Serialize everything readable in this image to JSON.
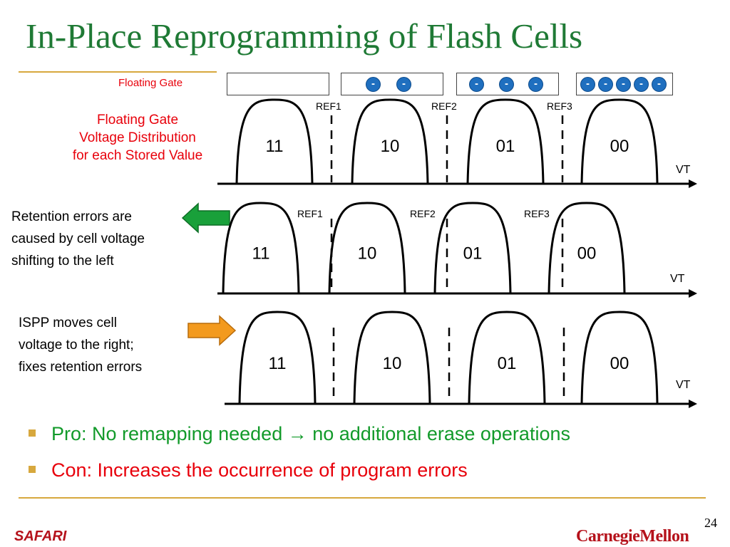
{
  "slide": {
    "title": "In-Place Reprogramming of Flash Cells",
    "floating_gate_label": "Floating Gate",
    "distribution_label": [
      "Floating Gate",
      "Voltage Distribution",
      "for each Stored Value"
    ],
    "retention_note": [
      "Retention errors are",
      "caused by cell voltage",
      "shifting to the left"
    ],
    "ispp_note": [
      "ISPP moves cell",
      "voltage to the right;",
      "fixes retention errors"
    ],
    "bullets": {
      "pro": "Pro: No remapping needed → no additional erase operations",
      "con": "Con: Increases the occurrence of program errors"
    },
    "page_number": "24",
    "footer_left": "SAFARI",
    "footer_right": "CarnegieMellon"
  },
  "floating_gate_boxes": [
    {
      "electrons": 0,
      "electron_symbol": "-"
    },
    {
      "electrons": 2,
      "electron_symbol": "-"
    },
    {
      "electrons": 3,
      "electron_symbol": "-"
    },
    {
      "electrons": 5,
      "electron_symbol": "-"
    }
  ],
  "distribution_rows": [
    {
      "states": [
        "11",
        "10",
        "01",
        "00"
      ],
      "refs": [
        "REF1",
        "REF2",
        "REF3"
      ],
      "axis": "VT"
    },
    {
      "states": [
        "11",
        "10",
        "01",
        "00"
      ],
      "refs": [
        "REF1",
        "REF2",
        "REF3"
      ],
      "axis": "VT"
    },
    {
      "states": [
        "11",
        "10",
        "01",
        "00"
      ],
      "refs": [],
      "axis": "VT"
    }
  ],
  "colors": {
    "title": "#1f7a35",
    "rule": "#d7a83e",
    "label_red": "#e8000b",
    "electron": "#1f6fbf",
    "retention_arrow": "#19a03a",
    "ispp_arrow": "#f39a1e",
    "pro_text": "#129a2a",
    "con_text": "#e8000b",
    "brand": "#b5121b"
  },
  "icons": [
    "left-arrow-icon",
    "right-arrow-icon",
    "electron-icon"
  ]
}
